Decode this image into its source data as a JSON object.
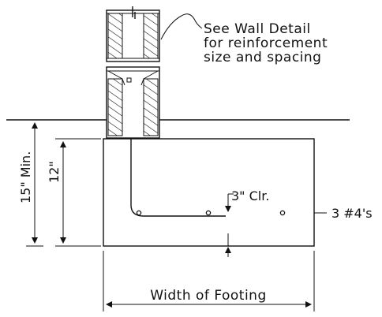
{
  "diagram": {
    "callout_wall_detail": [
      "See Wall Detail",
      "for reinforcement",
      "size and spacing"
    ],
    "dim_min_depth": "15\" Min.",
    "dim_footing_depth": "12\"",
    "dim_clear_cover": "3\" Clr.",
    "rebar_callout": "3 #4's",
    "dim_width": "Width of Footing"
  }
}
